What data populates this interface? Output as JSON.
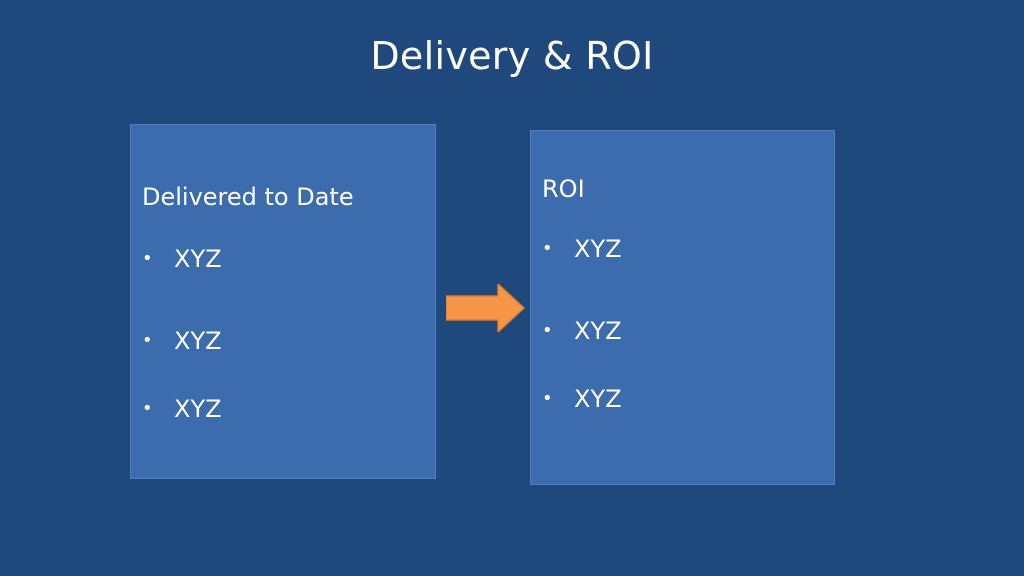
{
  "slide": {
    "title": "Delivery & ROI"
  },
  "left_panel": {
    "heading": "Delivered to Date",
    "bullets": [
      "XYZ",
      "XYZ",
      "XYZ"
    ]
  },
  "right_panel": {
    "heading": "ROI",
    "bullets": [
      "XYZ",
      "XYZ",
      "XYZ"
    ]
  },
  "colors": {
    "background": "#1f497d",
    "panel": "#3c6cad",
    "arrow": "#f79646",
    "text": "#ffffff"
  },
  "icons": {
    "arrow": "right-arrow-icon",
    "bullet": "bullet-dot-icon"
  }
}
